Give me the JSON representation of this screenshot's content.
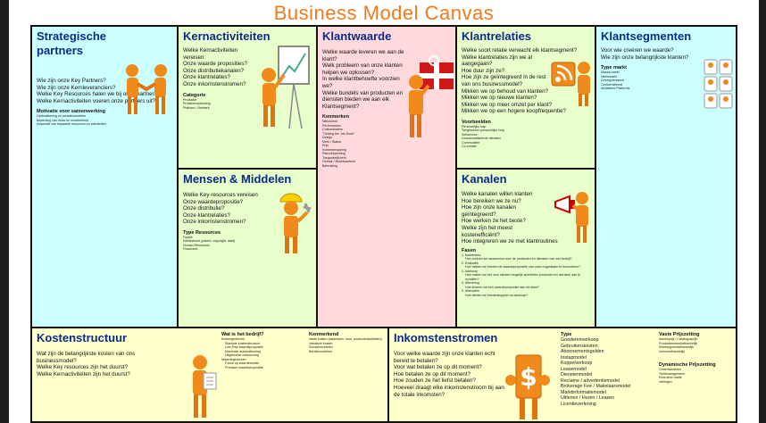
{
  "title": "Business Model Canvas",
  "blocks": {
    "partners": {
      "heading": "Strategische partners",
      "questions": [
        "Wie zijn onze Key Partners?",
        "Wie zijn onze Kernleveranciers?",
        "Welke Key Resources halen we bij onze partners?",
        "Welke Kernactiviteiten voeren onze partners uit?"
      ],
      "sub": "Motivatie voor samenwerking",
      "items": [
        "Optimalisering en schaalvoordelen",
        "Beperking van risico en onzekerheid",
        "Acquisitie van bepaalde resources en activiteiten"
      ]
    },
    "activities": {
      "heading": "Kernactiviteiten",
      "questions": [
        "Welke Kernactiviteiten vereisen:",
        "Onze waarde proposities?",
        "Onze distributiekanalen?",
        "Onze klantrelaties?",
        "Onze inkomstenstromen?"
      ],
      "sub": "Categorie",
      "items": [
        "Productie",
        "Probleemoplossing",
        "Platform / Netwerk"
      ]
    },
    "value": {
      "heading": "Klantwaarde",
      "questions": [
        "Welke waarde leveren we aan de klant?",
        "Welk probleem van onze klanten helpen we oplossen?",
        "In welke klantbehoefte voorzien we?",
        "Welke bundels van producten en diensten bieden we aan elk Klantsegment?"
      ],
      "sub": "Kenmerken",
      "items": [
        "Nieuwheid",
        "Performance",
        "Customisation",
        "\"Getting the Job Done\"",
        "Design",
        "Merk / Status",
        "Prijs",
        "Kostenbesparing",
        "Risicobeperking",
        "Toegankelijkheid",
        "Gemak / Bruikbaarheid",
        "Bebruiking"
      ]
    },
    "relations": {
      "heading": "Klantrelaties",
      "questions": [
        "Welke soort relatie verwacht elk klantsegment?",
        "Welke klantrelaties zijn we al aangegaan?",
        "Hoe duur zijn ze?",
        "Hoe zijn ze geïntegreerd in de rest van ons businessmodel?",
        "Mikken we op behoud van klanten?",
        "Mikken we op nieuwe klanten?",
        "Mikken we op meer omzet per klant?",
        "Mikken we op een hogere koopfrequentie?"
      ],
      "sub": "Voorbeelden",
      "items": [
        "Persoonlijke hulp",
        "Toegewezen persoonlijke hulp",
        "Selfservice",
        "Geautomatiseerde diensten",
        "Communiteit",
        "Co-creatie"
      ]
    },
    "segments": {
      "heading": "Klantsegmenten",
      "questions": [
        "Voor wie creëren we waarde?",
        "Wie zijn onze belangrijkste klanten?"
      ],
      "sub": "Type markt",
      "items": [
        "Massa markt",
        "Nichemarkt",
        "Gesegmenteerd",
        "Gediversifieerd",
        "Multisided Platforms"
      ]
    },
    "resources": {
      "heading": "Mensen & Middelen",
      "questions": [
        "Welke Key-resources vereisen",
        "Onze waardepropositie?",
        "Onze distributie?",
        "Onze klantrelaties?",
        "Onze inkomstenstromen?"
      ],
      "sub": "Type Resources",
      "items": [
        "Fysiek",
        "Intellectueel (patent, copyright, data)",
        "Human Resources",
        "Financieel"
      ]
    },
    "channels": {
      "heading": "Kanalen",
      "questions": [
        "Welke kanalen willen klanten",
        "Hoe bereiken we ze nu?",
        "Hoe zijn onze kanalen geïntegreerd?",
        "Hoe werken ze het beste?",
        "Welke zijn het meest kostenefficiënt?",
        "Hoe integreren we ze met klantroutines"
      ],
      "sub": "Fasen",
      "items": [
        "1. Awareness",
        "Hoe creëren we awareness voor de producten en diensten van ons bedrijf?",
        "2. Evaluatie",
        "Hoe helpen we klanten de waardepropositie van onze organisatie te beoordelen?",
        "3. Aankoop",
        "Hoe maken we het voor klanten mogelijk specifieke producten en diensten aan te schaffen?",
        "4. Aflevering",
        "Hoe leveren we een waardepropositie aan de klant?",
        "5. Aftersales",
        "Hoe bieden we klantensupport na aankoop?"
      ]
    },
    "costs": {
      "heading": "Kostenstructuur",
      "questions": [
        "Wat zijn de belangrijkste kosten van ons businessmodel?",
        "Welke Key resources zijn het duurst?",
        "Welke Kernactiviteiten zijn het duurst?"
      ],
      "col1_title": "Wat is het bedrijf?",
      "col1_items": [
        "Kostengedreven",
        "Slankste kostenstructuur",
        "Low-Prijs waardepropositie",
        "Maximale automatisering",
        "Uitgebreide outsourcing",
        "Waardegedreven",
        "Focus op waardecreatie",
        "Premium waardepropositie"
      ],
      "col2_title": "Kenmerkend",
      "col2_items": [
        "Vaste kosten (salarissen, huur, productiefaciliteiten)",
        "Variabele kosten",
        "Schaalvoordelen",
        "Bereikvoordelen"
      ]
    },
    "revenue": {
      "heading": "Inkomstenstromen",
      "questions": [
        "Voor welke waarde zijn onze klanten echt bereid te betalen?",
        "Voor wat betalen ze op dit moment?",
        "Hoe betalen ze op dit moment?",
        "Hoe zouden ze het liefst betalen?",
        "Hoeveel draagt elke inkomstenstroom bij aan de totale inkomsten?"
      ],
      "type_title": "Type",
      "type_items": [
        "Goederenverkoop",
        "Gebruikerskosten",
        "Abonnementsgelden",
        "Instapmodel",
        "Koppelverkoop",
        "Leasemodel",
        "Dienstenmodel",
        "Reclame / advertentiemodel",
        "Brokerage Fee / Makelaarsmodel",
        "Marktinformatiemodel",
        "Uitlenen / Huren / Leasen",
        "Licentieverlening"
      ],
      "fixed_title": "Vaste Prijszetting",
      "fixed_items": [
        "Adviesprijs / Catalogusprijs",
        "Productkenmerkafhankelijk",
        "Klantsegmentafhankelijk",
        "Volumeafhankelijk"
      ],
      "dynamic_title": "Dynamische Prijszetting",
      "dynamic_items": [
        "Onderhandelen",
        "Yieldmanagement",
        "Real-time-markt",
        "Veilingen"
      ]
    }
  },
  "colors": {
    "blue": "#ccffff",
    "green": "#e8ffcc",
    "pink": "#ffd9dc",
    "yellow": "#ffffcc",
    "heading": "#0a2b8c",
    "title": "#f07a1c",
    "figure": "#f08a1a"
  }
}
